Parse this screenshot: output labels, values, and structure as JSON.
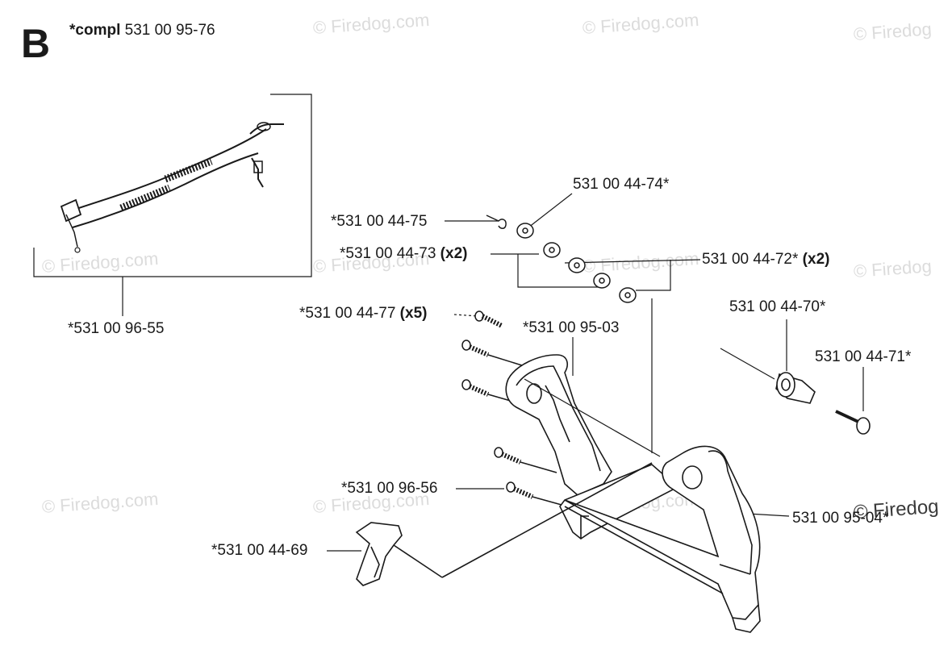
{
  "section": {
    "letter": "B",
    "compl_label": "*compl",
    "compl_part": "531 00 95-76"
  },
  "watermark": {
    "text": "© Firedog.com",
    "text_short": "© Firedog",
    "corner_text": "© Firedog"
  },
  "parts": [
    {
      "id": "harness",
      "part": "*531 00 96-55",
      "qty": ""
    },
    {
      "id": "clip",
      "part": "*531 00 44-75",
      "qty": ""
    },
    {
      "id": "washer-74",
      "part": "531 00 44-74*",
      "qty": ""
    },
    {
      "id": "washer-73",
      "part": "*531 00 44-73",
      "qty": "(x2)"
    },
    {
      "id": "washer-72",
      "part": "531 00 44-72*",
      "qty": "(x2)"
    },
    {
      "id": "screw-77",
      "part": "*531 00 44-77",
      "qty": "(x5)"
    },
    {
      "id": "handle-03",
      "part": "*531 00 95-03",
      "qty": ""
    },
    {
      "id": "knob-70",
      "part": "531 00 44-70*",
      "qty": ""
    },
    {
      "id": "pin-71",
      "part": "531 00 44-71*",
      "qty": ""
    },
    {
      "id": "screw-56",
      "part": "*531 00 96-56",
      "qty": ""
    },
    {
      "id": "frame-04",
      "part": "531 00 95-04*",
      "qty": ""
    },
    {
      "id": "trigger-69",
      "part": "*531 00 44-69",
      "qty": ""
    }
  ]
}
